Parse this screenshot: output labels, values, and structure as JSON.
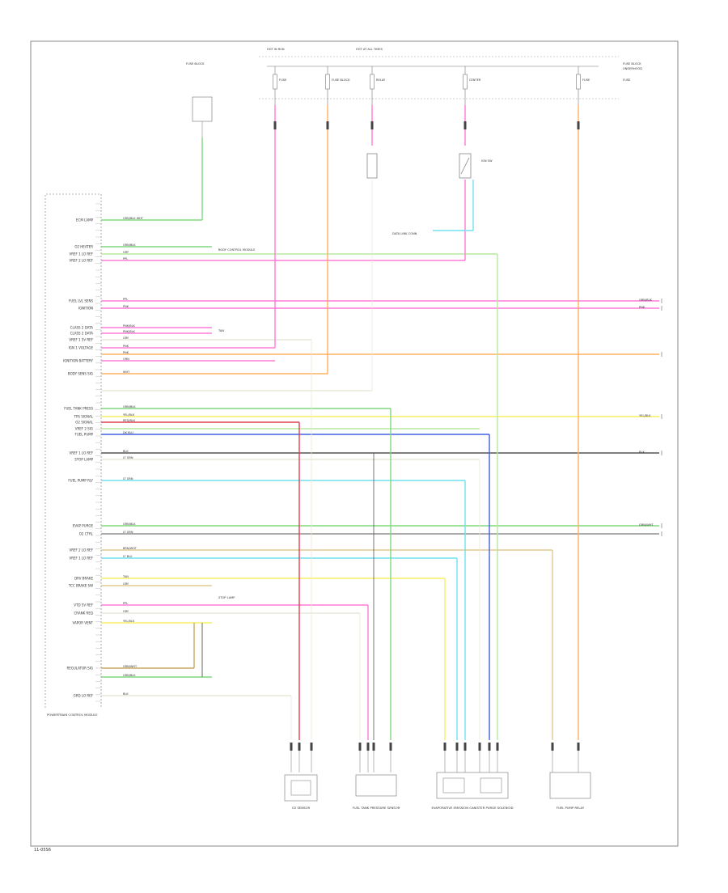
{
  "figure_id": "11-05S6",
  "colors": {
    "frame": "#888888",
    "black": "#555555",
    "wht": "#e8e8d8",
    "grn": "#7ed87e",
    "pnk": "#ff7bd8",
    "org": "#ffb060",
    "ltgrn": "#b8e8a0",
    "yel": "#f8f060",
    "blu": "#4060e0",
    "ltblu": "#70e0f0",
    "red": "#e04050",
    "gry": "#909090",
    "tan": "#e0c890",
    "brn": "#c8a860"
  },
  "left_labels": [
    "ECM LAMP",
    "O2 HEATER",
    "VREF 1 LO REF",
    "VREF 2 LO REF",
    "FUEL LVL SENS",
    "IGNITION",
    "CLASS 2 DATA",
    "CLASS 2 DATA",
    "VREF 1 5V REF",
    "IGN 1 VOLTAGE",
    "IGNITION BATTERY",
    "BODY SENS SIG",
    "FUEL TANK PRESS",
    "TPS SIGNAL",
    "O2 SIGNAL",
    "VREF 2 SIG",
    "FUEL PUMP",
    "VREF 1 LO REF",
    "STOP LAMP",
    "FUEL PUMP RLY",
    "EVAP PURGE",
    "O2 CTRL",
    "VREF 2 LO REF",
    "VREF 1 LO REF",
    "DRV BRAKE",
    "TCC BRAKE SW",
    "VTD 5V REF",
    "CRANK REQ",
    "VAPOR VENT",
    "REGULATOR SIG",
    "GRD LO REF"
  ],
  "wire_labels": [
    "GRN/BLK WHT",
    "GRN/BLK",
    "GRY",
    "PPL",
    "PPL",
    "PNK",
    "PNK/BLK",
    "PNK/BLK",
    "GRY",
    "PNK",
    "PNK",
    "ORN",
    "WHT",
    "GRN/BLK",
    "YEL/BLK",
    "RED/BLK",
    "DK BLU",
    "BLK",
    "LT GRN",
    "LT GRN",
    "GRN/BLK",
    "LT GRN",
    "BRN/WHT",
    "LT BLU",
    "TAN",
    "GRY",
    "PPL",
    "GRY",
    "YEL/BLK",
    "GRN/WHT",
    "GRN/BLK",
    "BLK"
  ],
  "top_labels": [
    "HOT IN RUN",
    "HOT AT ALL TIMES",
    "FUSE BLOCK",
    "UNDERHOOD",
    "FUSE",
    "FUSE BLOCK",
    "RELAY",
    "CENTER",
    "FUSE",
    "FUSE"
  ],
  "component_labels": [
    "O2 SENSOR",
    "FUEL TANK PRESSURE SENSOR",
    "EVAPORATIVE EMISSION CANISTER PURGE SOLENOID",
    "FUEL PUMP RELAY",
    "POWERTRAIN CONTROL MODULE"
  ],
  "side_labels": [
    "FUSE BLOCK",
    "BODY CONTROL MODULE",
    "GRN/BLK",
    "PNK",
    "YEL/BLK",
    "BLK",
    "GRN/WHT",
    "TAN",
    "DATA LINK CONN",
    "IGN SW",
    "STOP LAMP"
  ]
}
